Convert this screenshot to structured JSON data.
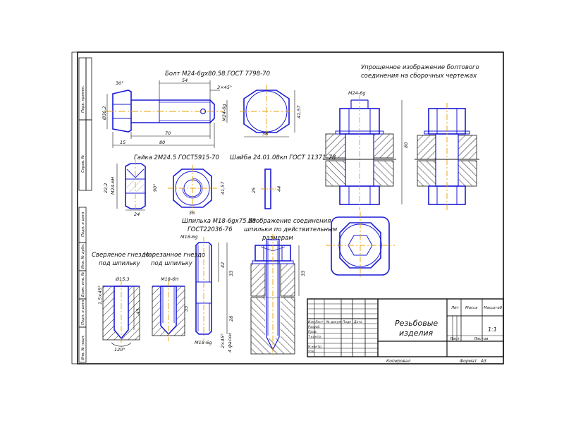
{
  "colors": {
    "outline": "#1a1ad6",
    "axis": "#e8a000",
    "frame": "#111111",
    "hatch": "#222222",
    "paper": "#ffffff"
  },
  "captions": {
    "bolt": "Болт М24-6gx80.58.ГОСТ 7798-70",
    "nut": "Гайка 2М24.5 ГОСТ5915-70",
    "washer": "Шайба 24.01.08кп ГОСТ 11371-78",
    "stud_line1": "Шпилька М18-6gx75.58",
    "stud_line2": "ГОСТ22036-76",
    "simplified_line1": "Упрощенное изображение болтового",
    "simplified_line2": "соединения на сборочных чертежах",
    "stud_joint_line1": "Изображение соединения",
    "stud_joint_line2": "шпильки по действительным",
    "stud_joint_line3": "размерам",
    "drilled_line1": "Сверленое гнездо",
    "drilled_line2": "под шпильку",
    "threaded_line1": "Нарезанное гнездо",
    "threaded_line2": "под шпильку"
  },
  "dims": {
    "bolt_chamfer": "30°",
    "bolt_thread_len": "54",
    "bolt_chamfer_len": "3×45°",
    "bolt_diam": "Ø36,2",
    "bolt_thread": "М24-6g",
    "bolt_shank": "70",
    "bolt_length": "80",
    "bolt_head": "15",
    "hex_flat": "36",
    "hex_corner": "41,57",
    "nut_height": "22,2",
    "nut_thread": "М24-6Н",
    "nut_chamfer": "90°",
    "nut_width": "24",
    "nut_flat": "36",
    "nut_corner": "41,57",
    "washer_d": "44",
    "washer_t": "25",
    "assembly_thread": "М24-6g",
    "assembly_len": "80",
    "stud_top_thread": "М18-6g",
    "stud_len1": "42",
    "stud_len2": "33",
    "stud_len3": "28",
    "stud_bottom_thread": "М18-6g",
    "stud_bottom_chamfer": "2×45°",
    "stud_end": "4 фаски",
    "drill_chamfer": "1,5×45°",
    "drill_diam": "Ø15,3",
    "drill_depth": "43",
    "drill_angle": "120°",
    "tap_thread": "М18-6Н",
    "tap_depth": "33",
    "joint_len": "33"
  },
  "stamp": {
    "title_line1": "Резьбовые",
    "title_line2": "изделия",
    "col_lit": "Лит",
    "col_mass": "Масса",
    "col_scale": "Масштаб",
    "scale_value": "1:1",
    "sheet_label": "Лист",
    "sheets_label": "Листов",
    "izm": "Изм",
    "list": "Лист",
    "ndoc": "№ докум",
    "sign": "Подп",
    "date": "Дата",
    "razrab": "Разраб.",
    "prov": "Пров.",
    "tkontr": "Т.контр.",
    "nkontr": "Н.контр.",
    "utv": "Утв.",
    "copied": "Копировал",
    "format": "Формат",
    "format_value": "А3"
  },
  "side_strip": {
    "perv_primen": "Перв. примен.",
    "sprav": "Справ. №",
    "podp_data_1": "Подп. и дата",
    "inv_dubl": "Инв. № дубл.",
    "vzam_inv": "Взам. инв. №",
    "podp_data_2": "Подп. и дата",
    "inv_podl": "Инв. № подл."
  }
}
